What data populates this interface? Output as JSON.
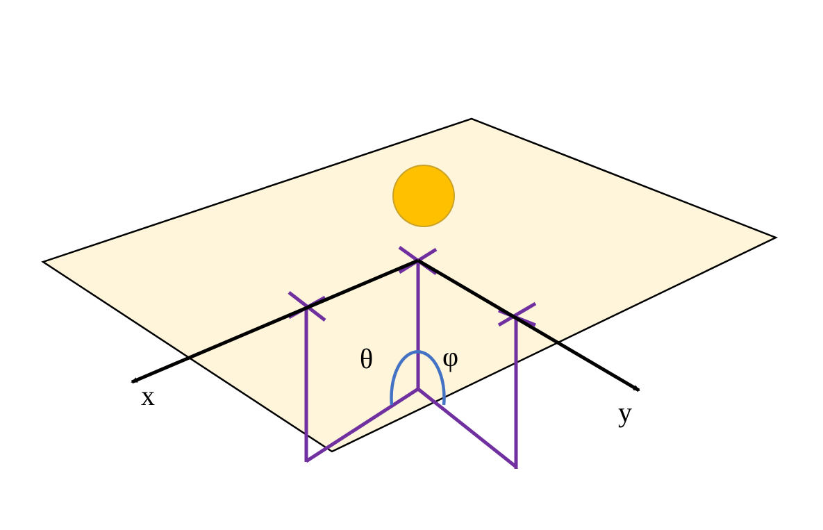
{
  "labels": {
    "x_axis": "x",
    "y_axis": "y",
    "theta": "θ",
    "phi": "φ"
  },
  "colors": {
    "background": "#ffffff",
    "plane_fill": "#fef5da",
    "plane_stroke": "#000000",
    "axis": "#000000",
    "frame_lines": "#7030a0",
    "angle_arc": "#4472c4",
    "sun_fill": "#ffc000",
    "sun_stroke": "#c9a227"
  }
}
